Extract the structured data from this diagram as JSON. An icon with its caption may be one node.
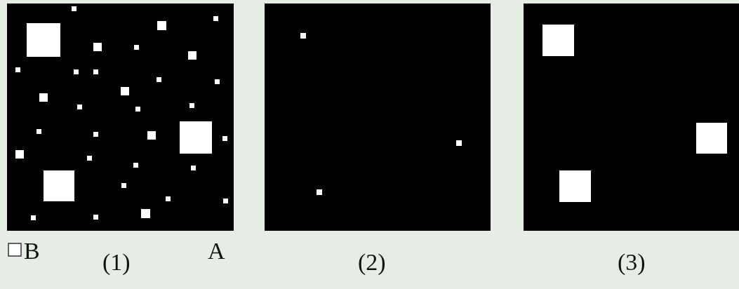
{
  "diagram": {
    "labels": [
      "B",
      "(1)",
      "A",
      "(2)",
      "(3)"
    ]
  }
}
